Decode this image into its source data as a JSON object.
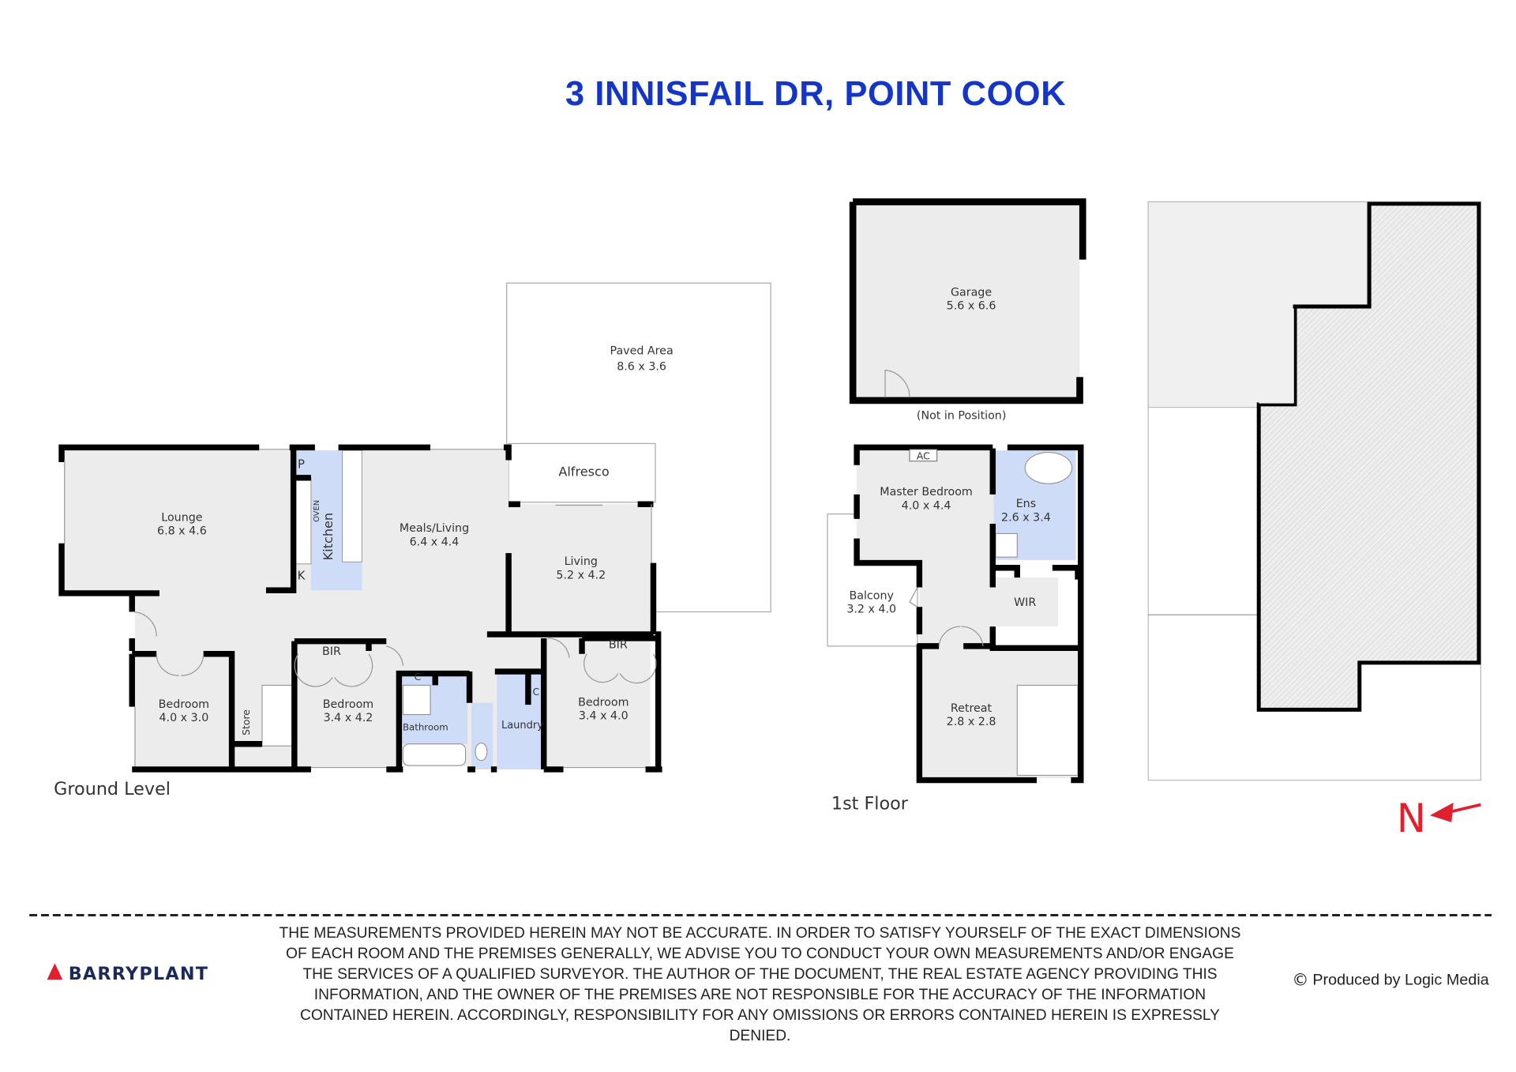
{
  "title": "3 INNISFAIL DR, POINT COOK",
  "ground_level": {
    "label": "Ground Level",
    "rooms": [
      {
        "name": "Lounge",
        "dims": "6.8 x 4.6"
      },
      {
        "name": "Meals/Living",
        "dims": "6.4 x 4.4"
      },
      {
        "name": "Living",
        "dims": "5.2 x 4.2"
      },
      {
        "name": "Paved Area",
        "dims": "8.6 x 3.6"
      },
      {
        "name": "Bedroom",
        "dims": "4.0 x 3.0"
      },
      {
        "name": "Bedroom",
        "dims": "3.4 x 4.2"
      },
      {
        "name": "Bedroom",
        "dims": "3.4 x 4.0"
      }
    ],
    "labels": {
      "alfresco": "Alfresco",
      "kitchen": "Kitchen",
      "oven": "OVEN",
      "pantry": "P",
      "k": "K",
      "store": "Store",
      "bir1": "BIR",
      "bir2": "BIR",
      "cupboard1": "C",
      "cupboard2": "C",
      "bathroom": "Bathroom",
      "laundry": "Laundry"
    }
  },
  "garage": {
    "name": "Garage",
    "dims": "5.6 x 6.6",
    "note": "(Not in Position)"
  },
  "first_floor": {
    "label": "1st Floor",
    "rooms": [
      {
        "name": "Master Bedroom",
        "dims": "4.0 x 4.4"
      },
      {
        "name": "Ens",
        "dims": "2.6 x 3.4"
      },
      {
        "name": "Balcony",
        "dims": "3.2 x 4.0"
      },
      {
        "name": "Retreat",
        "dims": "2.8 x 2.8"
      }
    ],
    "labels": {
      "ac": "AC",
      "wir": "WIR"
    }
  },
  "compass": {
    "letter": "N",
    "color": "#e0202e"
  },
  "footer": {
    "logo_text": "BARRYPLANT",
    "disclaimer": [
      "THE MEASUREMENTS PROVIDED HEREIN MAY NOT BE ACCURATE. IN ORDER TO SATISFY YOURSELF OF THE EXACT DIMENSIONS",
      "OF EACH ROOM AND THE PREMISES GENERALLY, WE ADVISE YOU TO CONDUCT YOUR OWN MEASUREMENTS AND/OR ENGAGE",
      "THE SERVICES OF A QUALIFIED SURVEYOR. THE AUTHOR OF THE DOCUMENT, THE REAL ESTATE AGENCY PROVIDING THIS",
      "INFORMATION, AND THE OWNER OF THE PREMISES ARE NOT RESPONSIBLE FOR THE ACCURACY OF THE INFORMATION",
      "CONTAINED HEREIN. ACCORDINGLY, RESPONSIBILITY FOR ANY OMISSIONS OR ERRORS CONTAINED HEREIN IS EXPRESSLY",
      "DENIED."
    ],
    "credit": "Produced by Logic Media",
    "copyright_symbol": "©"
  },
  "colors": {
    "title": "#1336c8",
    "wet_area": "#cfdcf7",
    "room_fill": "#ececec",
    "logo_red": "#e0202e",
    "logo_navy": "#1b2a5c"
  }
}
